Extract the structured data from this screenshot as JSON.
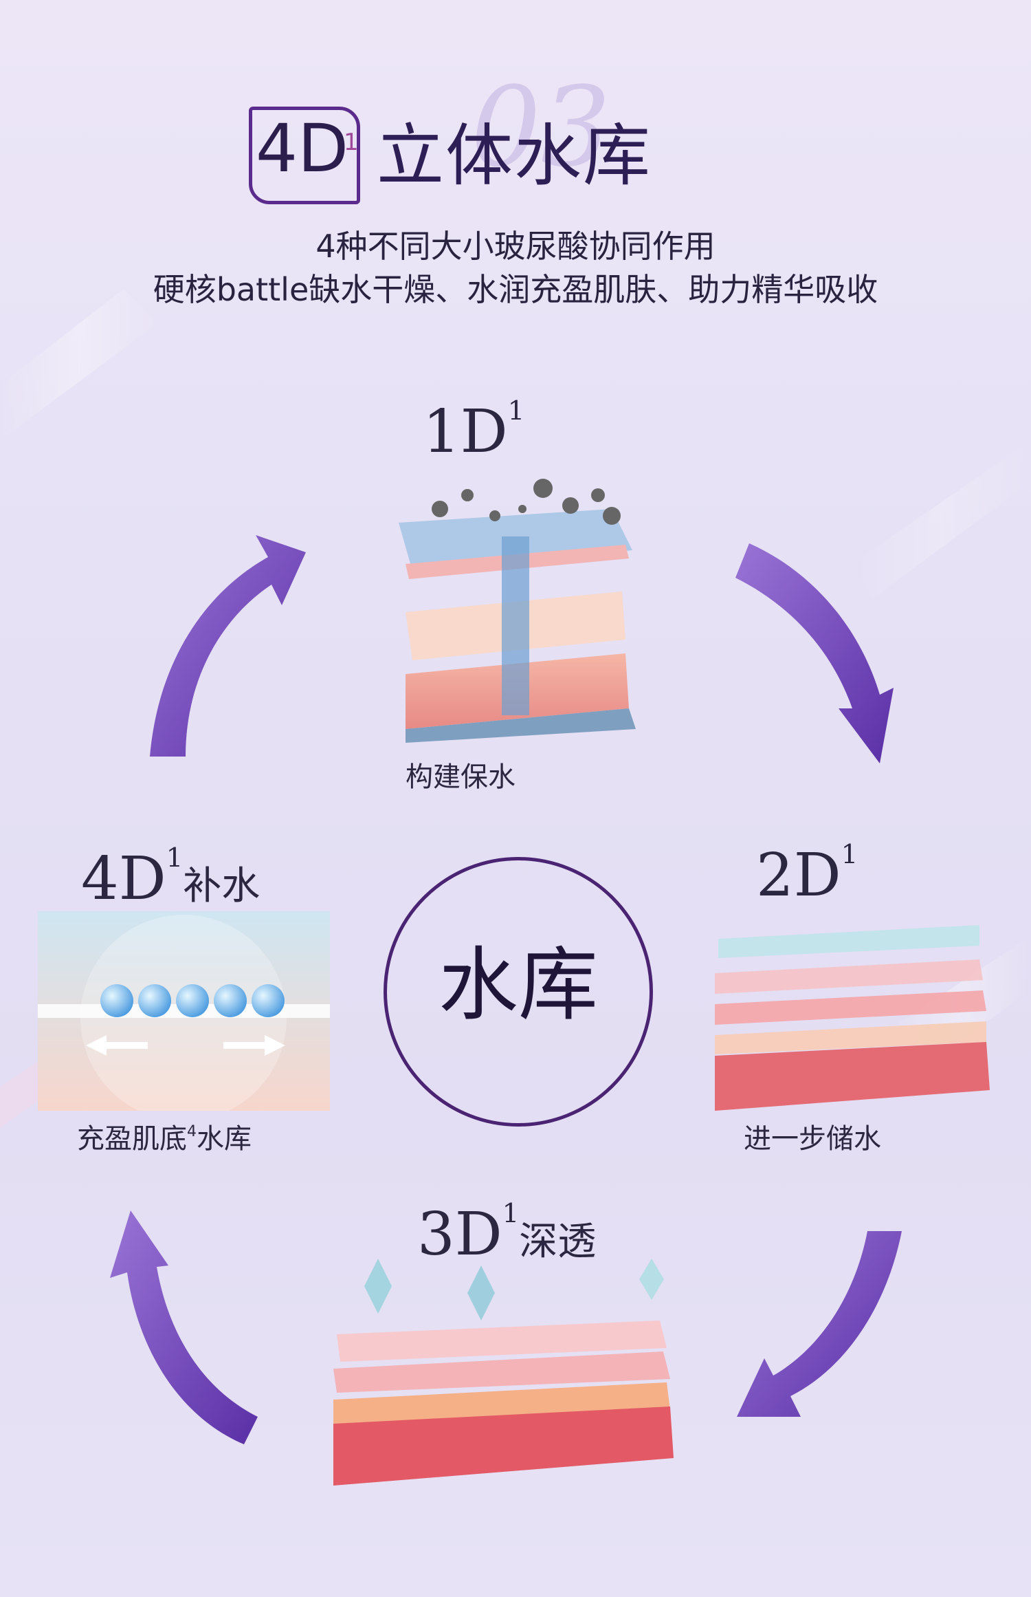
{
  "heading": {
    "badge": "4D",
    "badge_sup": "1",
    "title": "立体水库",
    "watermark": "03"
  },
  "subtitle": {
    "line1": "4种不同大小玻尿酸协同作用",
    "line2": "硬核battle缺水干燥、水润充盈肌肤、助力精华吸收"
  },
  "stages": [
    {
      "label": "1D",
      "sup": "1",
      "suffix": "",
      "caption": "构建保水",
      "caption_sup": "",
      "caption_tail": ""
    },
    {
      "label": "2D",
      "sup": "1",
      "suffix": "",
      "caption": "进一步储水",
      "caption_sup": "",
      "caption_tail": ""
    },
    {
      "label": "3D",
      "sup": "1",
      "suffix": "深透",
      "caption": "",
      "caption_sup": "",
      "caption_tail": ""
    },
    {
      "label": "4D",
      "sup": "1",
      "suffix": "补水",
      "caption": "充盈肌底",
      "caption_sup": "4",
      "caption_tail": "水库"
    }
  ],
  "center": {
    "label": "水库"
  },
  "colors": {
    "arrow": "#6a3fb3",
    "arrow_light": "#9a74d6",
    "circle": "#4a2373",
    "text": "#2b2740"
  }
}
